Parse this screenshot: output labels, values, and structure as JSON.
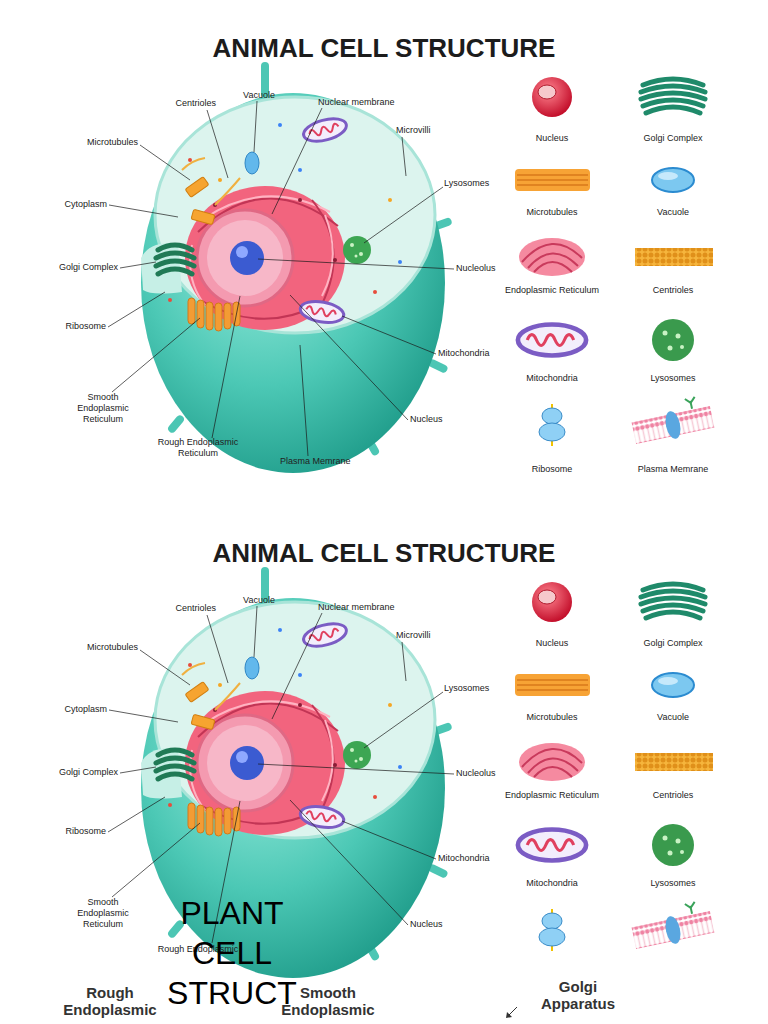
{
  "diagram": {
    "title": "ANIMAL CELL STRUCTURE",
    "labels": [
      "Centrioles",
      "Vacuole",
      "Nuclear membrane",
      "Microtubules",
      "Microvilli",
      "Cytoplasm",
      "Lysosomes",
      "Golgi Complex",
      "Nucleolus",
      "Ribosome",
      "Mitochondria",
      "Smooth Endoplasmic Reticulum",
      "Nucleus",
      "Rough Endoplasmic Reticulum",
      "Plasma Memrane",
      "Nucleus",
      "Golgi Complex",
      "Microtubules",
      "Vacuole",
      "Endoplasmic Reticulum",
      "Centrioles",
      "Mitochondria",
      "Lysosomes",
      "Ribosome",
      "Plasma Memrane",
      "ANIMAL CELL STRUCTURE",
      "Centrioles",
      "Vacuole",
      "Nuclear membrane",
      "Microtubules",
      "Microvilli",
      "Cytoplasm",
      "Lysosomes",
      "Golgi Complex",
      "Nucleolus",
      "Ribosome",
      "Mitochondria",
      "Smooth Endoplasmic Reticulum",
      "Nucleus",
      "Rough Endoplasmic",
      "Nucleus",
      "Golgi Complex",
      "Microtubules",
      "Vacuole",
      "Endoplasmic Reticulum",
      "Centrioles",
      "Mitochondria",
      "Lysosomes",
      "PLANT CELL STRUCT",
      "Rough Endoplasmic",
      "Smooth Endoplasmic",
      "Golgi Apparatus"
    ]
  }
}
